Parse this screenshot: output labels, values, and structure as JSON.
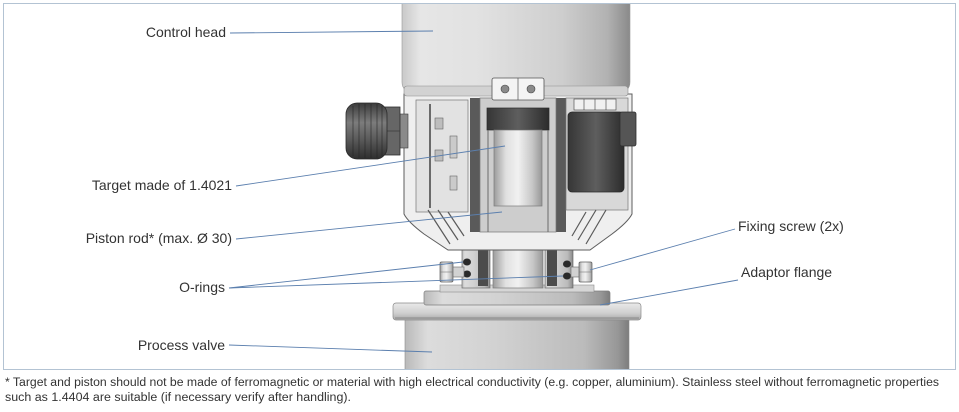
{
  "labels": {
    "control_head": "Control head",
    "target": "Target made of 1.4021",
    "piston_rod": "Piston rod* (max. Ø 30)",
    "o_rings": "O-rings",
    "process_valve": "Process valve",
    "fixing_screw": "Fixing screw (2x)",
    "adaptor_flange": "Adaptor flange"
  },
  "footnote": {
    "line1": "* Target and piston should not be made of ferromagnetic or material with high electrical conductivity (e.g. copper, aluminium). Stainless steel without ferromagnetic properties",
    "line2": "such as 1.4404 are suitable (if necessary verify after handling)."
  },
  "colors": {
    "leader_line": "#5b7fae",
    "frame_border": "#b3c3d3",
    "text": "#333333"
  }
}
